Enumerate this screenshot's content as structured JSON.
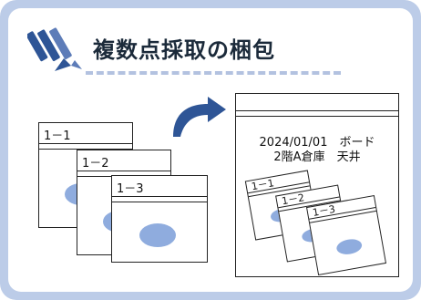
{
  "title": "複数点採取の梱包",
  "bags": [
    "1－1",
    "1－2",
    "1－3"
  ],
  "outer_bag": {
    "line1": "2024/01/01　ボード",
    "line2": "2階A倉庫　天井"
  },
  "colors": {
    "frame": "#bccce8",
    "accent": "#2e5596",
    "oval": "#8facde",
    "dash": "#b3c2e0"
  },
  "icons": [
    "pencil-icon",
    "arrow-icon"
  ]
}
